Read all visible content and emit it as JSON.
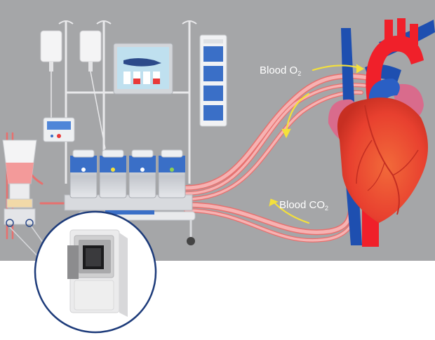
{
  "labels": {
    "oxygen": {
      "prefix": "Blood O",
      "subscript": "2"
    },
    "carbon": {
      "prefix": "Blood CO",
      "subscript": "2"
    }
  },
  "colors": {
    "background": "#a6a6a8",
    "tube": "#f4a3a3",
    "tube_edge": "#e8706e",
    "heart": "#e8402f",
    "heart_dark": "#c42e22",
    "artery_red": "#f0202a",
    "vein_blue": "#1e4fb0",
    "arrow": "#f5e13a",
    "monitor_blue": "#3a6fc7",
    "steel": "#c9ccd2"
  },
  "icons": {
    "heart": "heart-illustration",
    "sensor": "oxygen-sensor-chip",
    "machine": "ecmo-machine"
  }
}
